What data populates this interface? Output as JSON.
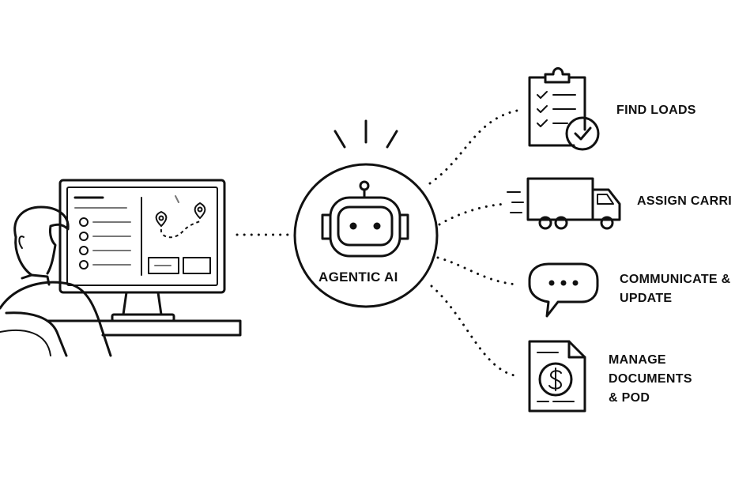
{
  "center_node": {
    "label": "AGENTIC AI",
    "icon": "robot-icon"
  },
  "user_node": {
    "icon": "person-at-computer-icon"
  },
  "tasks": [
    {
      "label": "FIND LOADS",
      "icon": "clipboard-checklist-icon"
    },
    {
      "label": "ASSIGN CARRI",
      "icon": "delivery-truck-icon"
    },
    {
      "lines": [
        "COMMUNICATE &",
        "UPDATE"
      ],
      "icon": "chat-bubble-icon"
    },
    {
      "lines": [
        "MANAGE",
        "DOCUMENTS",
        "& POD"
      ],
      "icon": "dollar-document-icon"
    }
  ]
}
